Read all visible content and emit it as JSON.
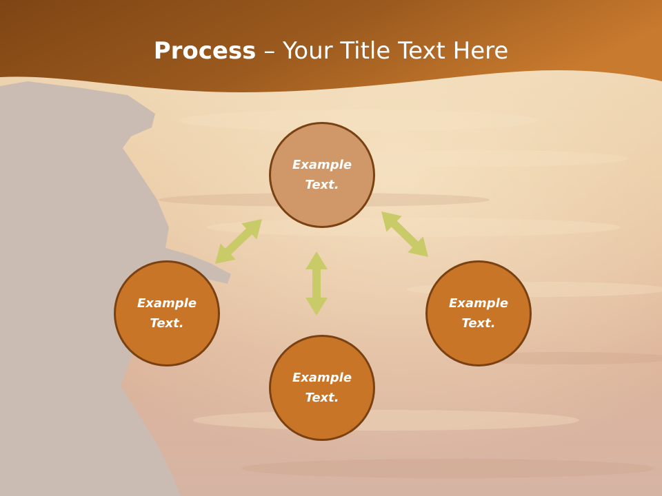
{
  "slide": {
    "title_bold": "Process",
    "title_rest": " – Your Title Text Here"
  },
  "diagram": {
    "nodes": [
      {
        "id": "top",
        "label": "Example Text."
      },
      {
        "id": "left",
        "label": "Example Text."
      },
      {
        "id": "right",
        "label": "Example Text."
      },
      {
        "id": "bottom",
        "label": "Example Text."
      }
    ],
    "connectors": [
      {
        "between": [
          "top",
          "left"
        ],
        "style": "double-arrow"
      },
      {
        "between": [
          "top",
          "right"
        ],
        "style": "double-arrow"
      },
      {
        "between": [
          "top",
          "bottom"
        ],
        "style": "double-arrow"
      }
    ]
  },
  "colors": {
    "banner": "#a25a1c",
    "node_fill": "#c87528",
    "node_fill_top": "#d09868",
    "node_border": "#7a4112",
    "arrow": "#c9cb68",
    "sky": "#e9c8a0",
    "silhouette": "#c9bdb4"
  }
}
